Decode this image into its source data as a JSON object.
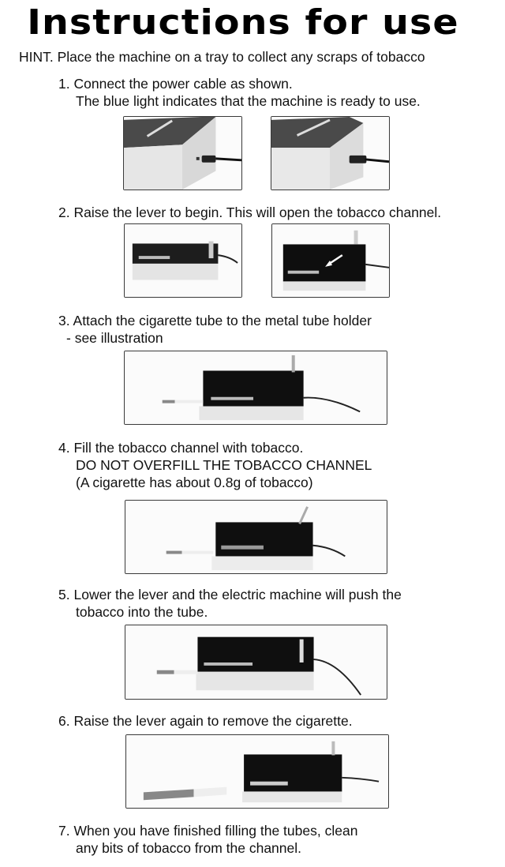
{
  "title": "Instructions for use",
  "hint": "HINT. Place the machine on a tray to collect any scraps of tobacco",
  "steps": [
    {
      "number": "1.",
      "lines": [
        "Connect the power cable as shown.",
        "The blue light indicates that the machine is ready to use."
      ],
      "images": [
        "photo-power-cable-unplugged",
        "photo-power-cable-plugged"
      ]
    },
    {
      "number": "2.",
      "lines": [
        "Raise the lever to begin. This will open the tobacco channel."
      ],
      "images": [
        "photo-lever-down",
        "photo-lever-raised-arrow"
      ]
    },
    {
      "number": "3.",
      "lines": [
        "Attach the cigarette tube to the metal tube holder",
        "- see illustration"
      ],
      "images": [
        "photo-tube-attached"
      ]
    },
    {
      "number": "4.",
      "lines": [
        "Fill the tobacco channel with tobacco.",
        "DO NOT OVERFILL THE TOBACCO CHANNEL",
        "(A cigarette has about 0.8g of tobacco)"
      ],
      "images": [
        "photo-channel-filled"
      ]
    },
    {
      "number": "5.",
      "lines": [
        "Lower the lever and the electric machine will push the",
        "tobacco into the tube."
      ],
      "images": [
        "photo-lever-lowered"
      ]
    },
    {
      "number": "6.",
      "lines": [
        "Raise the lever again to remove the cigarette."
      ],
      "images": [
        "photo-cigarette-removed"
      ]
    },
    {
      "number": "7.",
      "lines": [
        "When you have finished filling the tubes, clean",
        "any bits of tobacco from the channel."
      ],
      "images": []
    }
  ]
}
